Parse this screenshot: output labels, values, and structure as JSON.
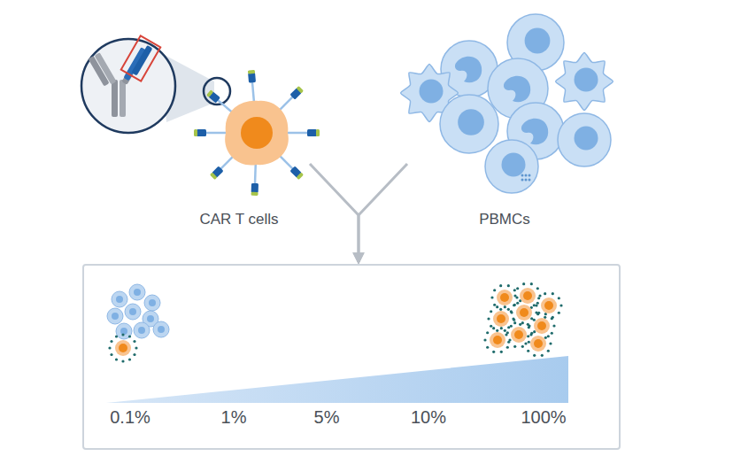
{
  "diagram": {
    "nodes": [
      {
        "text": [
          "CAR T cells"
        ]
      },
      {
        "text": [
          "PBMCs"
        ]
      },
      {
        "text": [
          "0.1%",
          "1%",
          "5%",
          "10%",
          "100%"
        ]
      }
    ],
    "edges": [
      {
        "from": 0,
        "to": 2,
        "arrow": "to"
      },
      {
        "from": 1,
        "to": 2,
        "arrow": "to"
      }
    ]
  }
}
